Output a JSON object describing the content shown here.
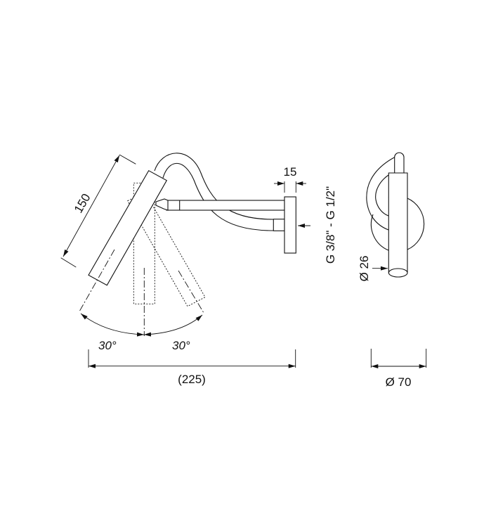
{
  "dimensions": {
    "length_head": "150",
    "plate_thickness": "15",
    "thread": "G 3/8\" - G 1/2\"",
    "head_diameter": "Ø 26",
    "angle_left": "30°",
    "angle_right": "30°",
    "total_projection": "(225)",
    "plate_diameter": "Ø 70"
  }
}
